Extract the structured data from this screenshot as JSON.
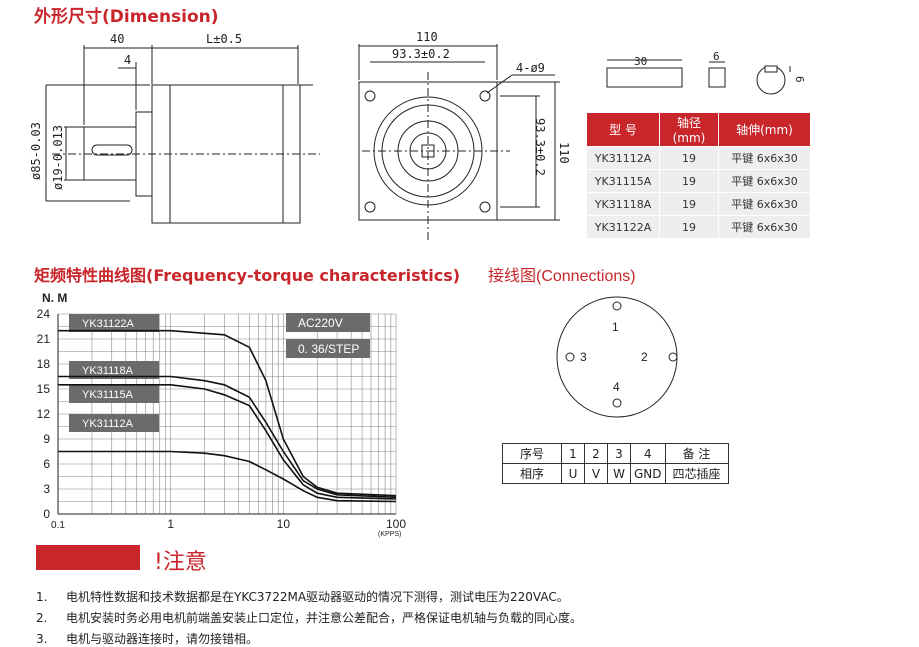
{
  "dimension": {
    "title": "外形尺寸(Dimension)",
    "dims": {
      "d40": "40",
      "d4": "4",
      "dL": "L±0.5",
      "d110": "110",
      "d93h": "93.3±0.2",
      "hole": "4-ø9",
      "d93v": "93.3±0.2",
      "d110v": "110",
      "d85": "ø85-0.03",
      "d19": "ø19-0.013"
    },
    "key": {
      "w": "30",
      "k": "6",
      "r": "6"
    }
  },
  "spec_table": {
    "headers": [
      "型 号",
      "轴径(mm)",
      "轴伸(mm)"
    ],
    "rows": [
      [
        "YK31112A",
        "19",
        "平键  6x6x30"
      ],
      [
        "YK31115A",
        "19",
        "平键  6x6x30"
      ],
      [
        "YK31118A",
        "19",
        "平键  6x6x30"
      ],
      [
        "YK31122A",
        "19",
        "平键  6x6x30"
      ]
    ]
  },
  "chart_title": "矩频特性曲线图(Frequency-torque characteristics)",
  "chart_data": {
    "type": "line",
    "ylabel": "N. M",
    "xunit": "(KPPS)",
    "xscale": "log",
    "xlim": [
      0.1,
      100
    ],
    "ylim": [
      0,
      24
    ],
    "xticks": [
      "0.1",
      "1",
      "10",
      "100"
    ],
    "yticks": [
      "0",
      "3",
      "6",
      "9",
      "12",
      "15",
      "18",
      "21",
      "24"
    ],
    "labels_box": [
      "YK31122A",
      "YK31118A",
      "YK31115A",
      "YK31112A"
    ],
    "info_box": [
      "AC220V",
      "0.  36/STEP"
    ],
    "series": [
      {
        "x": [
          0.1,
          1,
          3,
          5,
          7,
          10,
          15,
          20,
          30,
          100
        ],
        "y": [
          22,
          22,
          21.5,
          20,
          16,
          9,
          4.5,
          3.2,
          2.5,
          2.2
        ]
      },
      {
        "x": [
          0.1,
          1,
          2,
          3,
          5,
          7,
          10,
          15,
          20,
          30,
          100
        ],
        "y": [
          16.5,
          16.5,
          16,
          15.5,
          14,
          11,
          7.5,
          4,
          3,
          2.3,
          2
        ]
      },
      {
        "x": [
          0.1,
          1,
          2,
          3,
          5,
          7,
          10,
          15,
          20,
          30,
          100
        ],
        "y": [
          15.5,
          15.5,
          15,
          14.3,
          13,
          10,
          6.5,
          3.5,
          2.5,
          2,
          1.8
        ]
      },
      {
        "x": [
          0.1,
          1,
          2,
          3,
          5,
          7,
          10,
          15,
          20,
          30,
          100
        ],
        "y": [
          7.5,
          7.5,
          7.3,
          7,
          6.3,
          5.3,
          4.2,
          2.8,
          2,
          1.6,
          1.5
        ]
      }
    ]
  },
  "connections": {
    "title": "接线图(Connections)",
    "pins": [
      "1",
      "2",
      "3",
      "4"
    ],
    "row1_label": "序号",
    "row1": [
      "1",
      "2",
      "3",
      "4"
    ],
    "row1_tail": "备 注",
    "row2_label": "相序",
    "row2": [
      "U",
      "V",
      "W",
      "GND"
    ],
    "row2_tail": "四芯插座"
  },
  "notes": {
    "title": "!注意",
    "items": [
      {
        "num": "1.",
        "text": "电机特性数据和技术数据都是在YKC3722MA驱动器驱动的情况下测得，测试电压为220VAC。"
      },
      {
        "num": "2.",
        "text": "电机安装时务必用电机前端盖安装止口定位，并注意公差配合，严格保证电机轴与负载的同心度。"
      },
      {
        "num": "3.",
        "text": "电机与驱动器连接时，请勿接错相。"
      }
    ]
  }
}
